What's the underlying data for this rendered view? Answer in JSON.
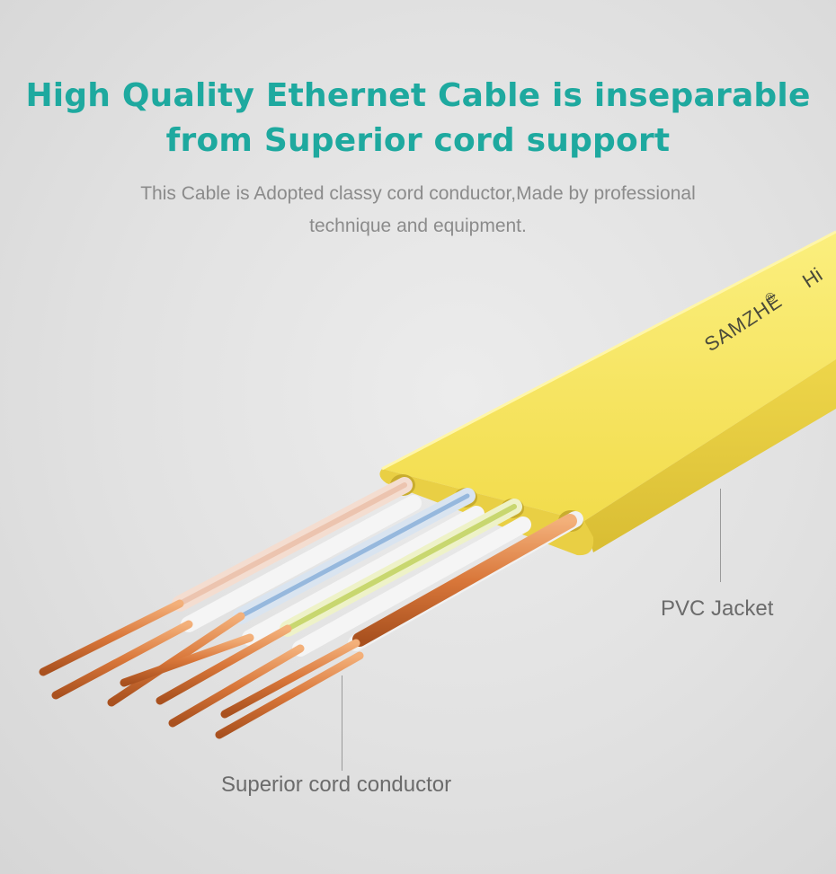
{
  "headline": {
    "line1": "High Quality Ethernet Cable is inseparable",
    "line2": "from Superior cord support"
  },
  "description": {
    "line1": "This Cable is Adopted classy cord conductor,Made by professional",
    "line2": "technique and equipment."
  },
  "cable": {
    "brand": "SAMZHE",
    "brand_mark": "®",
    "jacket_color": "#f6e45a",
    "copper_color": "#d97a3a"
  },
  "callouts": {
    "jacket": "PVC Jacket",
    "conductor": "Superior cord conductor"
  },
  "colors": {
    "headline": "#1ea99f",
    "description": "#8b8b8b",
    "label": "#6b6b6b"
  }
}
